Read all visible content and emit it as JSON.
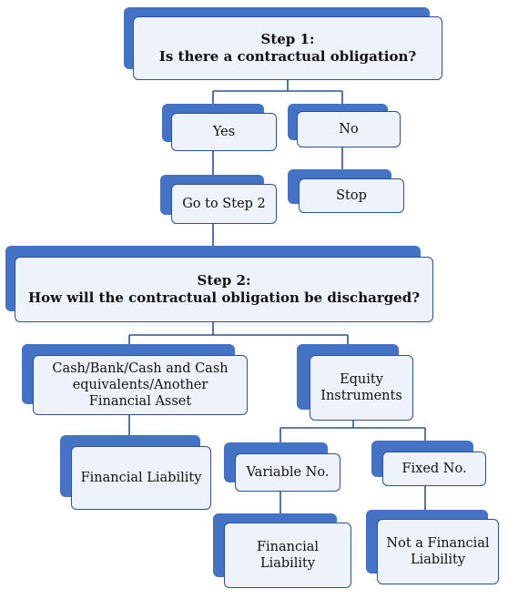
{
  "step1": {
    "title": "Step 1:",
    "question": "Is there a contractual obligation?"
  },
  "yes": "Yes",
  "no": "No",
  "go_step2": "Go to Step 2",
  "stop": "Stop",
  "step2": {
    "title": "Step 2:",
    "question": "How will the contractual obligation be discharged?"
  },
  "cash": {
    "line1": "Cash/Bank/Cash and Cash",
    "line2": "equivalents/Another",
    "line3": "Financial Asset"
  },
  "equity": {
    "line1": "Equity",
    "line2": "Instruments"
  },
  "financial_liability_1": "Financial Liability",
  "variable": "Variable No.",
  "fixed": "Fixed No.",
  "financial_liability_2": {
    "line1": "Financial",
    "line2": "Liability"
  },
  "not_liability": {
    "line1": "Not a Financial",
    "line2": "Liability"
  },
  "colors": {
    "shadow": "#4472c4",
    "border": "#2f528f",
    "fill": "#eef2fa"
  }
}
